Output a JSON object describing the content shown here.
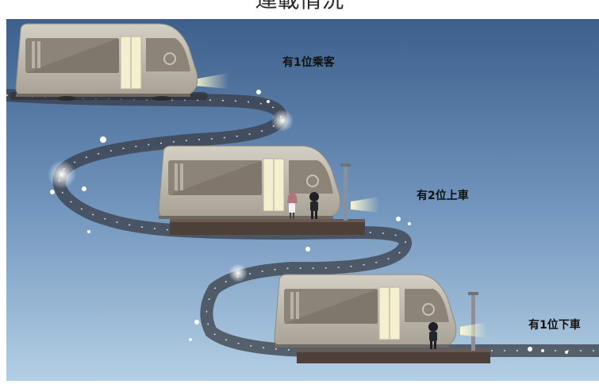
{
  "heading": "運載情況",
  "colors": {
    "sky_top": "#3d5f8c",
    "sky_bottom": "#a9c6de",
    "tram_body": "#bdb7ab",
    "window": "#8c8478",
    "door": "#f4efcf",
    "headlight": "#f8f2b4",
    "platform": "#4d4039",
    "track": "#3a3d47",
    "sparkle": "#ffffff"
  },
  "stops": [
    {
      "label": "有1位乘客",
      "event": "passengers-onboard",
      "count": 1
    },
    {
      "label": "有2位上車",
      "event": "boarding",
      "count": 2
    },
    {
      "label": "有1位下車",
      "event": "alighting",
      "count": 1
    }
  ]
}
